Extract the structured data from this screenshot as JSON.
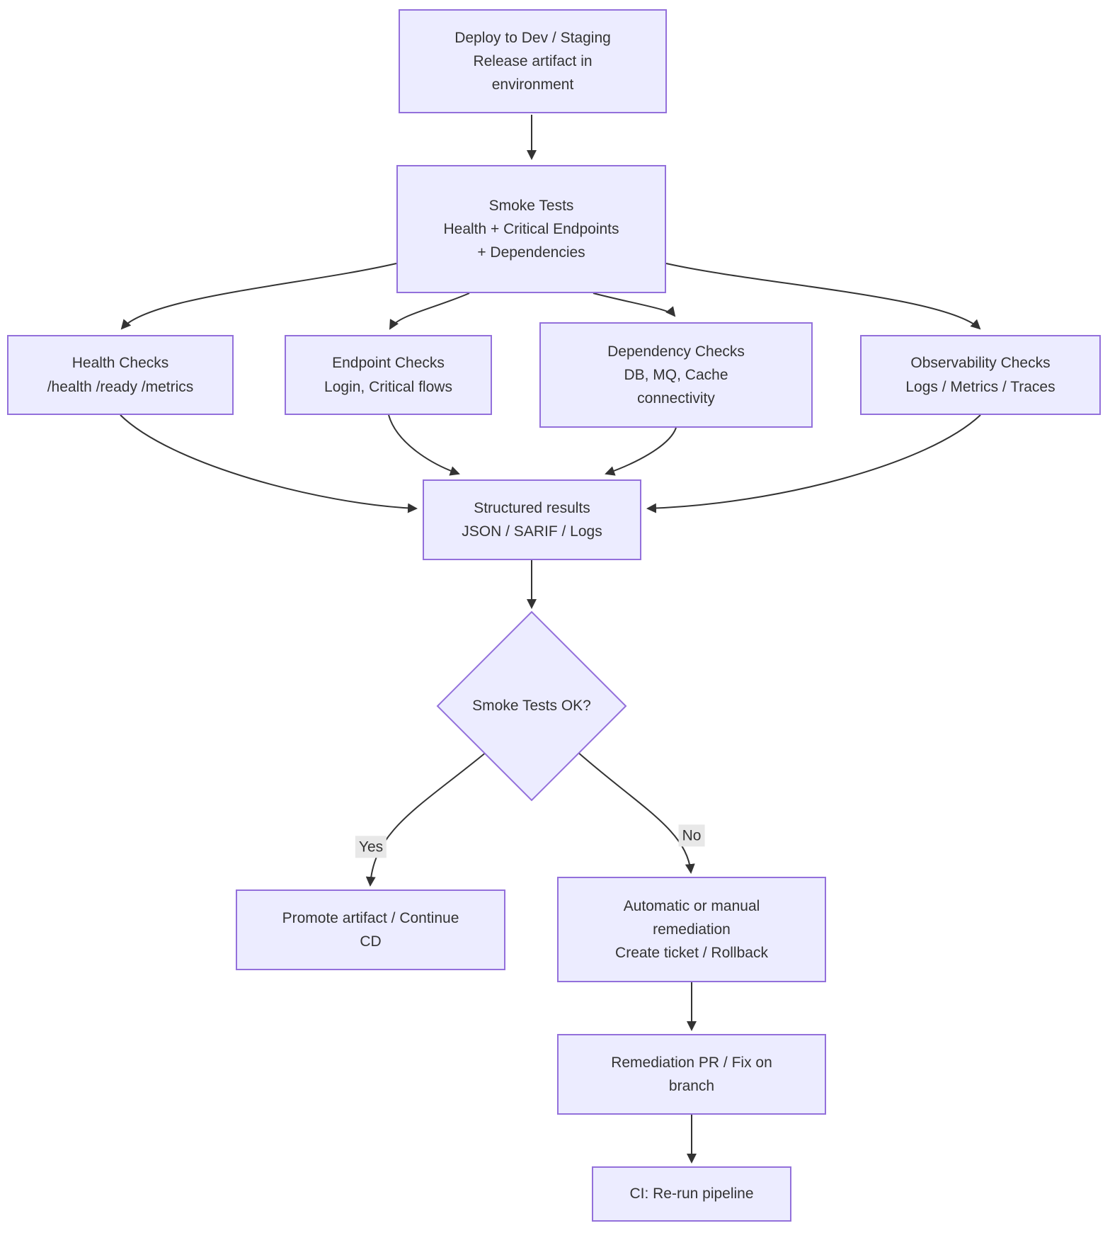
{
  "diagram": {
    "type": "flowchart",
    "background_color": "#ffffff",
    "node_fill_color": "#ECECFF",
    "node_border_color": "#9370DB",
    "text_color": "#333333",
    "edge_color": "#333333",
    "edge_label_background": "#e8e8e8"
  },
  "nodes": {
    "deploy": {
      "lines": [
        "Deploy to Dev / Staging",
        "Release artifact in",
        "environment"
      ]
    },
    "smoke": {
      "lines": [
        "Smoke Tests",
        "Health + Critical Endpoints",
        "+ Dependencies"
      ]
    },
    "health": {
      "lines": [
        "Health Checks",
        "/health /ready /metrics"
      ]
    },
    "endpoint": {
      "lines": [
        "Endpoint Checks",
        "Login, Critical flows"
      ]
    },
    "dependency": {
      "lines": [
        "Dependency Checks",
        "DB, MQ, Cache",
        "connectivity"
      ]
    },
    "observability": {
      "lines": [
        "Observability Checks",
        "Logs / Metrics / Traces"
      ]
    },
    "results": {
      "lines": [
        "Structured results",
        "JSON / SARIF / Logs"
      ]
    },
    "decision": {
      "label": "Smoke Tests OK?"
    },
    "promote": {
      "lines": [
        "Promote artifact / Continue",
        "CD"
      ]
    },
    "remediation": {
      "lines": [
        "Automatic or manual",
        "remediation",
        "Create ticket / Rollback"
      ]
    },
    "remediation_pr": {
      "lines": [
        "Remediation PR / Fix on",
        "branch"
      ]
    },
    "ci": {
      "lines": [
        "CI: Re-run pipeline"
      ]
    }
  },
  "edge_labels": {
    "yes": "Yes",
    "no": "No"
  }
}
